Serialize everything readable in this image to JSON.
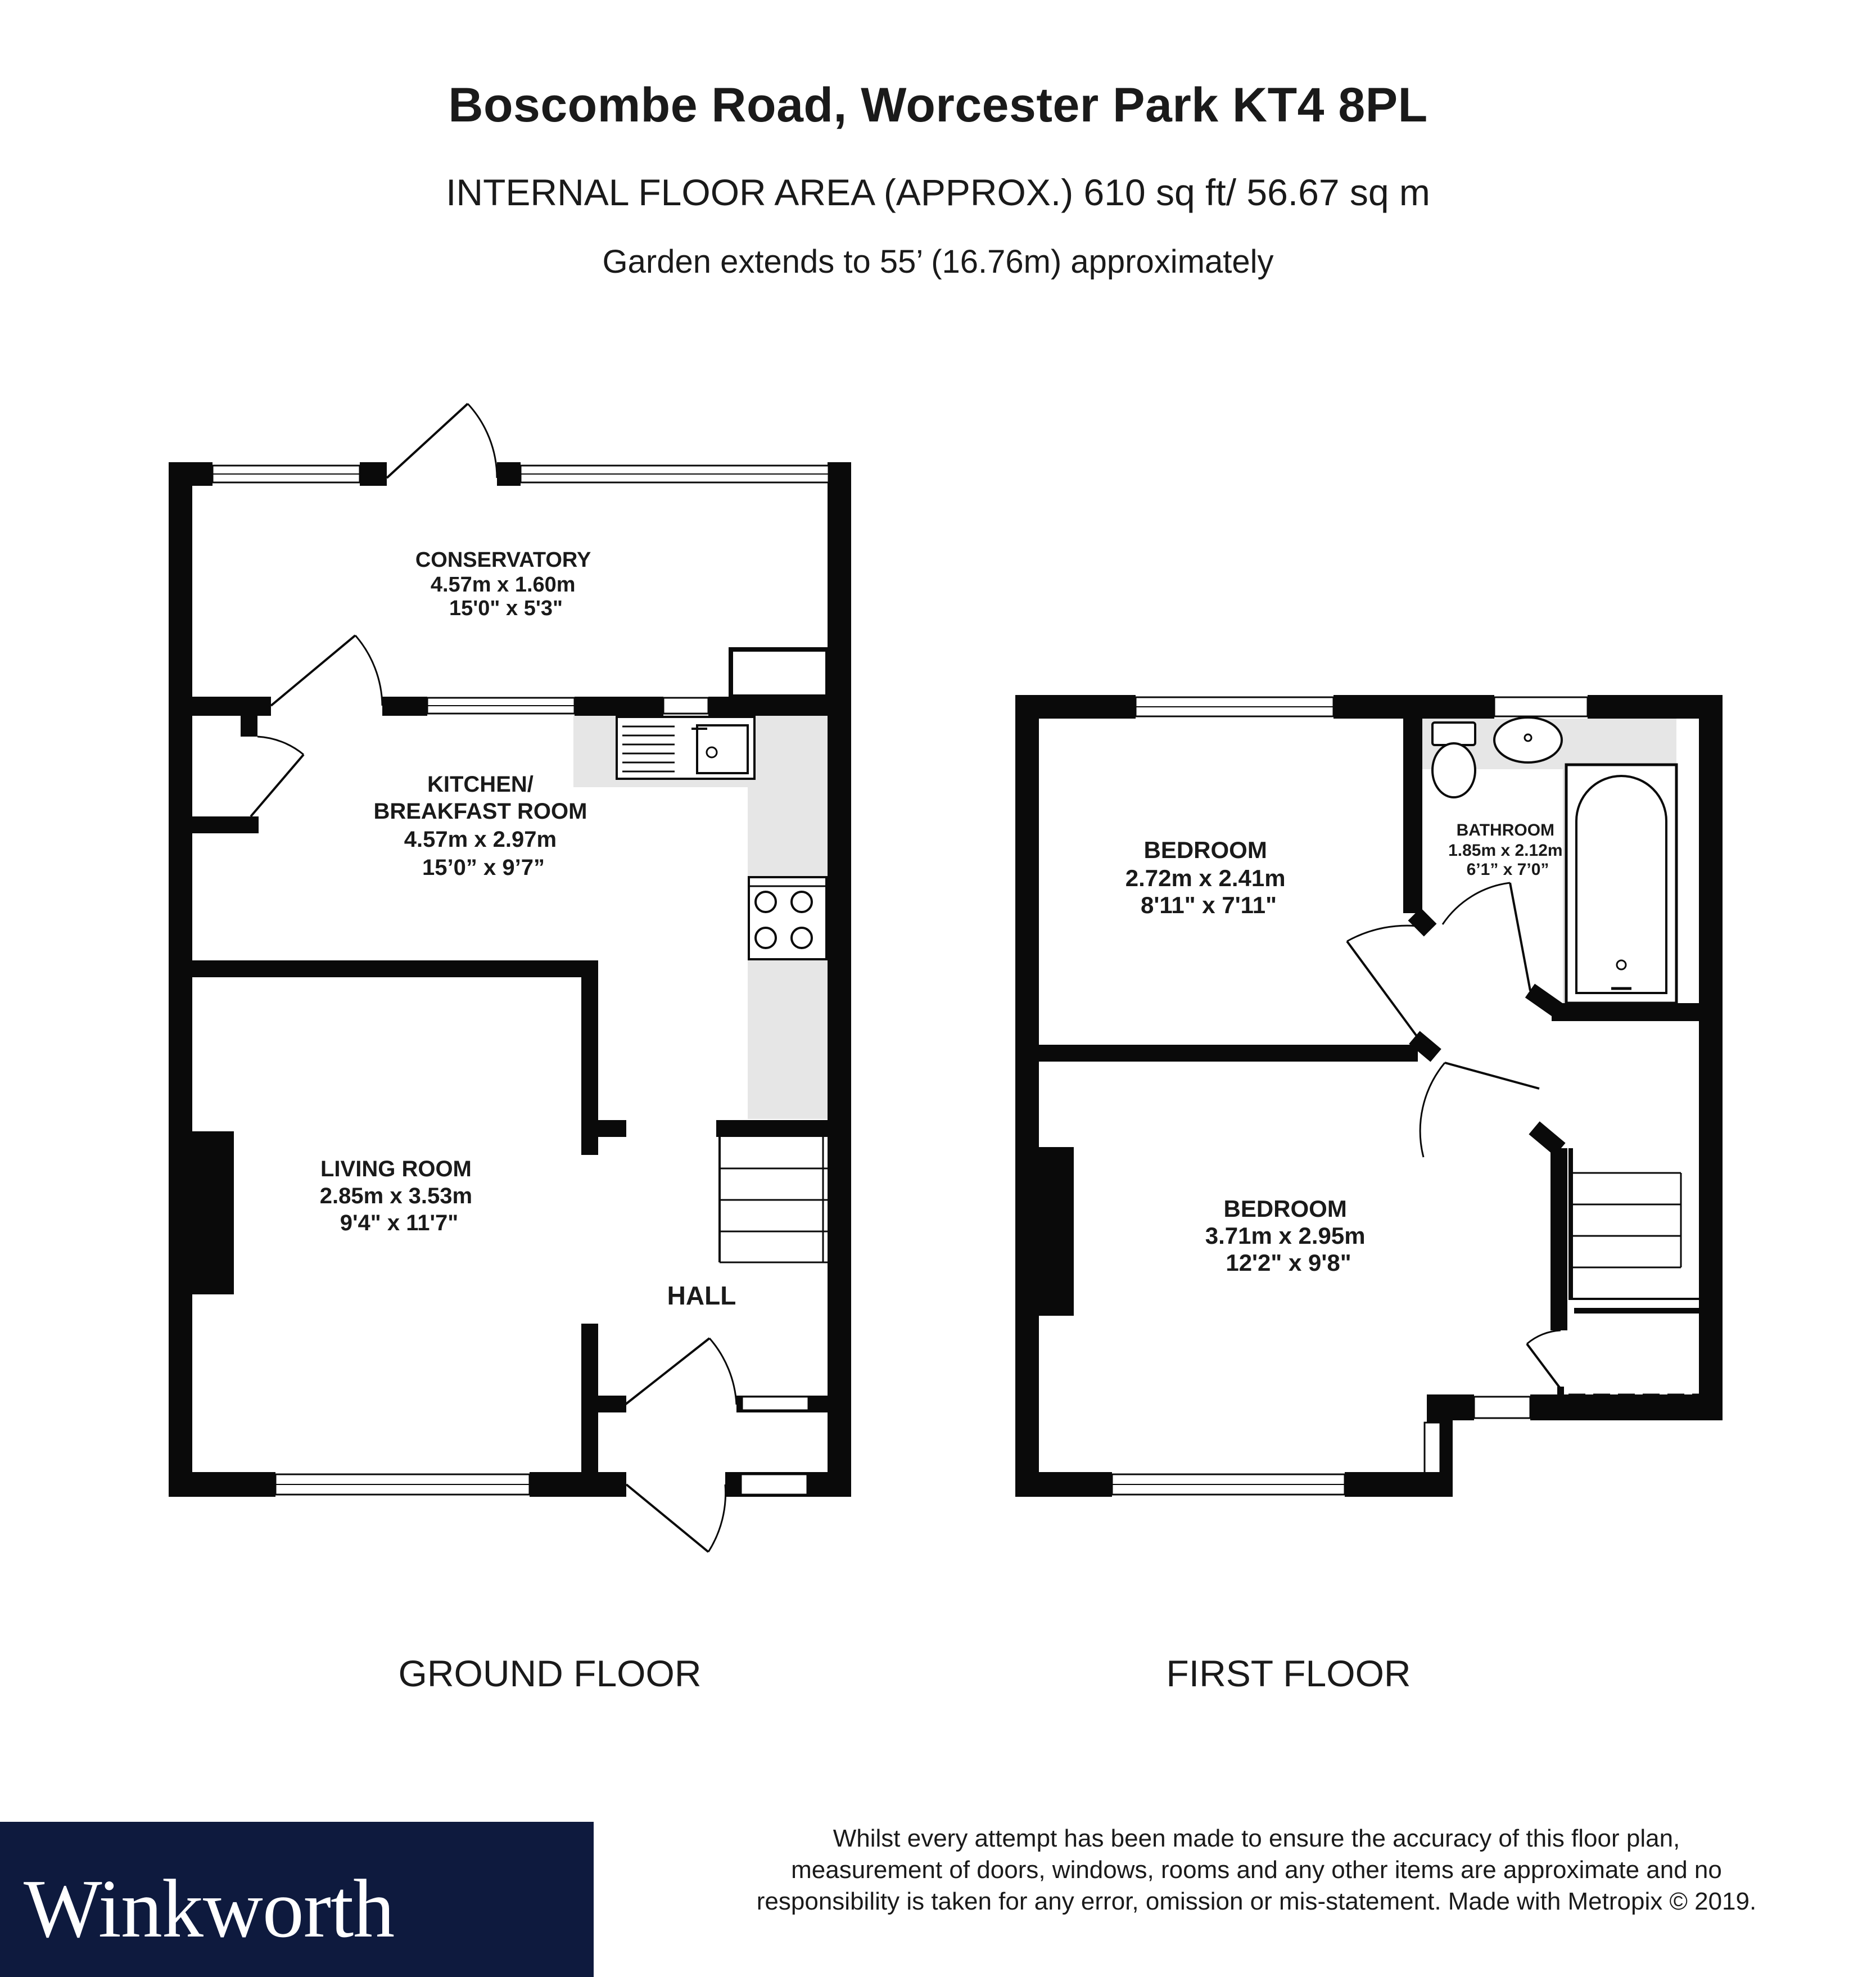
{
  "header": {
    "title": "Boscombe Road, Worcester Park KT4 8PL",
    "floor_area": "INTERNAL FLOOR AREA (APPROX.) 610 sq ft/ 56.67 sq m",
    "garden": "Garden extends to 55’ (16.76m) approximately"
  },
  "ground_floor": {
    "label": "GROUND FLOOR",
    "conservatory": {
      "name": "CONSERVATORY",
      "metric": "4.57m x 1.60m",
      "imperial": "15'0\" x 5'3\""
    },
    "kitchen": {
      "name_line1": "KITCHEN/",
      "name_line2": "BREAKFAST ROOM",
      "metric": "4.57m x 2.97m",
      "imperial": "15’0” x 9’7”"
    },
    "living_room": {
      "name": "LIVING ROOM",
      "metric": "2.85m x 3.53m",
      "imperial": "9'4\" x 11'7\""
    },
    "hall": {
      "name": "HALL"
    }
  },
  "first_floor": {
    "label": "FIRST FLOOR",
    "bedroom_small": {
      "name": "BEDROOM",
      "metric": "2.72m x 2.41m",
      "imperial": "8'11\" x 7'11\""
    },
    "bathroom": {
      "name": "BATHROOM",
      "metric": "1.85m x 2.12m",
      "imperial": "6’1” x 7’0”"
    },
    "bedroom_large": {
      "name": "BEDROOM",
      "metric": "3.71m x 2.95m",
      "imperial": "12'2\" x 9'8\""
    }
  },
  "footer": {
    "brand": "Winkworth",
    "disclaimer": [
      "Whilst every attempt has been made to ensure the accuracy of this floor plan,",
      "measurement of doors, windows, rooms and any other items are approximate and no",
      "responsibility is taken for any error, omission or mis-statement. Made with Metropix © 2019."
    ]
  },
  "colors": {
    "wall": "#0a0a0a",
    "worktop": "#e6e6e6",
    "brand_bg": "#0e1a3e",
    "brand_text": "#ffffff"
  }
}
